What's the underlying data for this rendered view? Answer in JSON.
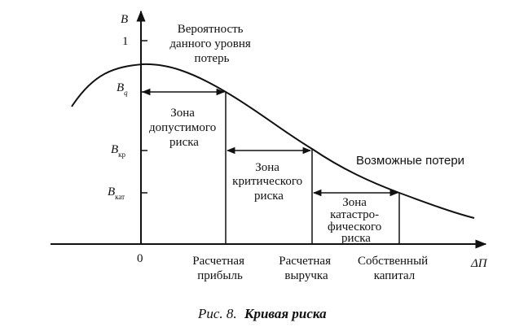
{
  "axes": {
    "y_label": "В",
    "y_one": "1",
    "x_label": "ΔП",
    "origin": "0"
  },
  "y_ticks": {
    "bq_main": "B",
    "bq_sub": "q",
    "bkr_main": "B",
    "bkr_sub": "кр",
    "bkat_main": "B",
    "bkat_sub": "кат"
  },
  "top_note": [
    "Вероятность",
    "данного уровня",
    "потерь"
  ],
  "curve_label": "Возможные потери",
  "zones": {
    "permissible": [
      "Зона",
      "допустимого",
      "риска"
    ],
    "critical": [
      "Зона",
      "критического",
      "риска"
    ],
    "catastrophic": [
      "Зона",
      "катастро-",
      "фического",
      "риска"
    ]
  },
  "x_ticks": {
    "profit": [
      "Расчетная",
      "прибыль"
    ],
    "revenue": [
      "Расчетная",
      "выручка"
    ],
    "capital": [
      "Собственный",
      "капитал"
    ]
  },
  "caption": {
    "prefix": "Рис. 8.",
    "title": "Кривая риска"
  }
}
